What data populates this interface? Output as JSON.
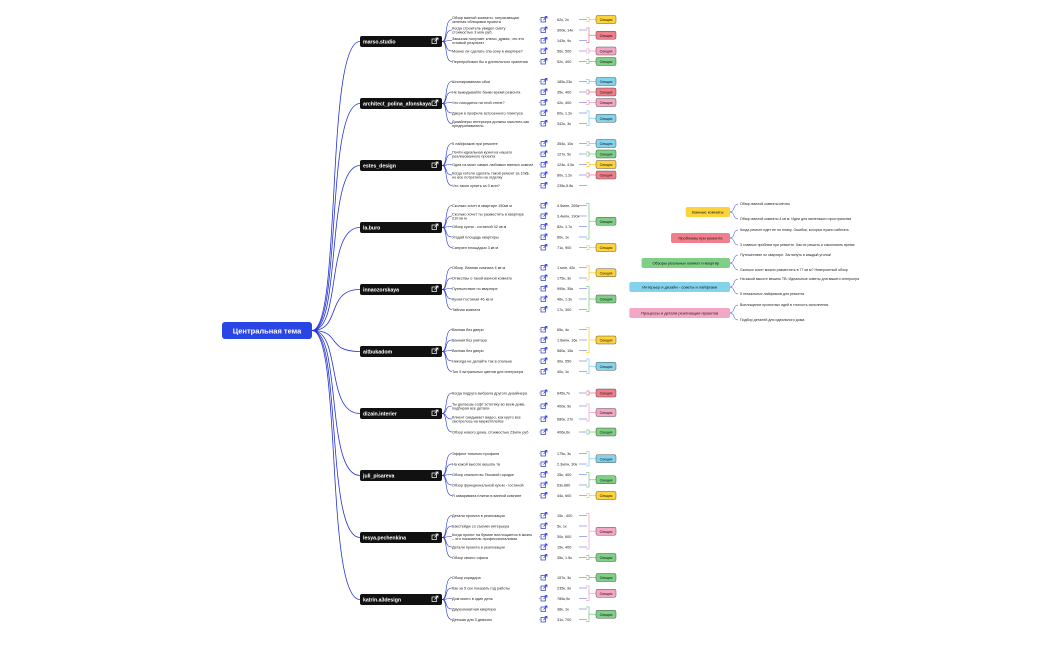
{
  "center": {
    "label": "Центральная тема",
    "color": "#2a45e6"
  },
  "colors": {
    "line": "#2432d4",
    "node_bg": "#111111",
    "yellow": "#fcd33a",
    "red": "#ef7f8a",
    "green": "#7fcf86",
    "blue": "#83d3ec",
    "pink": "#f4a7c4"
  },
  "icons": {
    "link": "external-link-icon"
  },
  "groups": [
    {
      "name": "marso.studio",
      "items": [
        {
          "t": [
            "Обзор ванной комнаты, потрясающая",
            "зеленая облицовка проекта"
          ],
          "s": "62к, 2к"
        },
        {
          "t": [
            "Когда строитель увидел смету",
            "стоимостью 3 млн руб."
          ],
          "s": "300к, 14к"
        },
        {
          "t": [
            "Заказчик получает ключи, думая, что это",
            "готовый результат"
          ],
          "s": "143к, 9к"
        },
        {
          "t": [
            "Можно ли сделать спа-зону в квартире?"
          ],
          "s": "56к, 500"
        },
        {
          "t": [
            "Перепробовал бы я длительного хранения"
          ],
          "s": "52к, 400"
        }
      ],
      "tags": [
        {
          "label": "Секция",
          "c": "yellow",
          "span": [
            0,
            0
          ]
        },
        {
          "label": "Секция",
          "c": "red",
          "span": [
            1,
            2
          ]
        },
        {
          "label": "Секция",
          "c": "pink",
          "span": [
            3,
            3
          ]
        },
        {
          "label": "Секция",
          "c": "green",
          "span": [
            4,
            4
          ]
        }
      ]
    },
    {
      "name": "architect_polina_afonskaya",
      "items": [
        {
          "t": [
            "Шпонированная обои"
          ],
          "s": "185к,23к"
        },
        {
          "t": [
            "Не выкидывайте банки время ремонта"
          ],
          "s": "35к, 400"
        },
        {
          "t": [
            "Что находится на этой стене?"
          ],
          "s": "42к, 400"
        },
        {
          "t": [
            "Двери в профиле встроенного плинтуса"
          ],
          "s": "60к, 1.2к"
        },
        {
          "t": [
            "Дизайнеры интерьера должны мыслить как",
            "предприниматель"
          ],
          "s": "342к, 3к"
        }
      ],
      "tags": [
        {
          "label": "Секция",
          "c": "blue",
          "span": [
            0,
            0
          ]
        },
        {
          "label": "Секция",
          "c": "red",
          "span": [
            1,
            1
          ]
        },
        {
          "label": "Секция",
          "c": "pink",
          "span": [
            2,
            2
          ]
        },
        {
          "label": "Секция",
          "c": "blue",
          "span": [
            3,
            4
          ]
        }
      ]
    },
    {
      "name": "estes_design",
      "items": [
        {
          "t": [
            "5 лайфхаков при ремонте"
          ],
          "s": "354к, 10к"
        },
        {
          "t": [
            "Почти идеальная кухня из нашего",
            "реализованного проекта"
          ],
          "s": "127к, 5к"
        },
        {
          "t": [
            "Одна из моих самых любимых ванных комнат"
          ],
          "s": "124к, 4.5к"
        },
        {
          "t": [
            "Когда хотели сделать такой ремонт за 10к$,",
            "но все потратили на отделку"
          ],
          "s": "80к, 1.2к"
        },
        {
          "t": [
            "Что такое купить за 3 млн?"
          ],
          "s": "235к,5.8к"
        }
      ],
      "tags": [
        {
          "label": "Секция",
          "c": "blue",
          "span": [
            0,
            0
          ]
        },
        {
          "label": "Секция",
          "c": "green",
          "span": [
            1,
            1
          ]
        },
        {
          "label": "Секция",
          "c": "yellow",
          "span": [
            2,
            2
          ]
        },
        {
          "label": "Секция",
          "c": "red",
          "span": [
            3,
            3
          ]
        }
      ]
    },
    {
      "name": "la.buro",
      "items": [
        {
          "t": [
            "Сколько хочет в квартире 150кв м"
          ],
          "s": "4.5млн, 265к"
        },
        {
          "t": [
            "Сколько хочет ты разместить в квартире",
            "210 кв м"
          ],
          "s": "3.4млн, 190к"
        },
        {
          "t": [
            "Обзор кухни - гостиной 42 кв м"
          ],
          "s": "82к, 1.7к"
        },
        {
          "t": [
            "Угадай площадь квартиры"
          ],
          "s": "80к, 1к"
        },
        {
          "t": [
            "Санузел площадью 3 кв м"
          ],
          "s": "71к, 900"
        }
      ],
      "tags": [
        {
          "label": "Секция",
          "c": "green",
          "span": [
            0,
            3
          ]
        },
        {
          "label": "Секция",
          "c": "yellow",
          "span": [
            4,
            4
          ]
        }
      ]
    },
    {
      "name": "innaozorskaya",
      "items": [
        {
          "t": [
            "Обзор. Ванная комната 4 кв м"
          ],
          "s": "1 млн, 42к"
        },
        {
          "t": [
            "Отвествы о такой ванной комнате"
          ],
          "s": "175к, 3к"
        },
        {
          "t": [
            "Путешествие по квартире"
          ],
          "s": "995к, 35к"
        },
        {
          "t": [
            "Кухня-Гостиная 46 кв м"
          ],
          "s": "46к, 1.3к"
        },
        {
          "t": [
            "Тайная комната"
          ],
          "s": "17к, 300"
        }
      ],
      "tags": [
        {
          "label": "Секция",
          "c": "yellow",
          "span": [
            0,
            1
          ]
        },
        {
          "label": "Секция",
          "c": "green",
          "span": [
            2,
            4
          ]
        }
      ]
    },
    {
      "name": "aitbukadom",
      "items": [
        {
          "t": [
            "Ванная без двери"
          ],
          "s": "65к, 4к"
        },
        {
          "t": [
            "Ванная без унитаза"
          ],
          "s": "1.6млн, 16к"
        },
        {
          "t": [
            "Ванная без двери"
          ],
          "s": "580к, 15к"
        },
        {
          "t": [
            "Никогда не делайте так в спальне"
          ],
          "s": "30к, 550"
        },
        {
          "t": [
            "Топ 5 актуальных цветов для интерьера"
          ],
          "s": "40к, 1к"
        }
      ],
      "tags": [
        {
          "label": "Секция",
          "c": "yellow",
          "span": [
            0,
            2
          ]
        },
        {
          "label": "Секция",
          "c": "blue",
          "span": [
            3,
            4
          ]
        }
      ]
    },
    {
      "name": "dizain.interier",
      "items": [
        {
          "t": [
            "Когда подруга выбрала другого дизайнера"
          ],
          "s": "645к,7к"
        },
        {
          "t": [
            "Ты делаешь софт эстетику во всем доме,",
            "подбирая все детали"
          ],
          "s": "400к, 9к"
        },
        {
          "t": [
            "Клиент скидывает видео, как круто все",
            "смотрелось на маркетплейсе"
          ],
          "s": "680к, 27к"
        },
        {
          "t": [
            "Обзор нового дома, стоимостью 23млн руб"
          ],
          "s": "406к,6к"
        }
      ],
      "tags": [
        {
          "label": "Секция",
          "c": "red",
          "span": [
            0,
            0
          ]
        },
        {
          "label": "Секция",
          "c": "pink",
          "span": [
            1,
            2
          ]
        },
        {
          "label": "Секция",
          "c": "green",
          "span": [
            3,
            3
          ]
        }
      ]
    },
    {
      "name": "juli_pisareva",
      "items": [
        {
          "t": [
            "Эффект тюмного профиля"
          ],
          "s": "175к, 3к"
        },
        {
          "t": [
            "На какой высоте вешать тв"
          ],
          "s": "2.3млн, 30к"
        },
        {
          "t": [
            "Обзор спальни во Псковой городке"
          ],
          "s": "25к, 400"
        },
        {
          "t": [
            "Обзор функциональной кухни - гостиной"
          ],
          "s": "63к,680"
        },
        {
          "t": [
            "Я заваривала плитки в ванной комнате"
          ],
          "s": "44к, 600"
        }
      ],
      "tags": [
        {
          "label": "Секция",
          "c": "blue",
          "span": [
            0,
            1
          ]
        },
        {
          "label": "Секция",
          "c": "green",
          "span": [
            2,
            3
          ]
        },
        {
          "label": "Секция",
          "c": "yellow",
          "span": [
            4,
            4
          ]
        }
      ]
    },
    {
      "name": "lesya.pechenkina",
      "items": [
        {
          "t": [
            "Детали проекта в реализации"
          ],
          "s": "15к , 400"
        },
        {
          "t": [
            "Бэкстейдж со съемки интерьера"
          ],
          "s": "5к, 1к"
        },
        {
          "t": [
            "Когда проект на бумаге воплощается в жизнь",
            "– это показатель профессионализма"
          ],
          "s": "30к, 600"
        },
        {
          "t": [
            "Детали проекта в реализации"
          ],
          "s": "15к, 400"
        },
        {
          "t": [
            "Обзор своего офиса"
          ],
          "s": "35к, 1.5к"
        }
      ],
      "tags": [
        {
          "label": "Секция",
          "c": "pink",
          "span": [
            0,
            3
          ]
        },
        {
          "label": "Секция",
          "c": "green",
          "span": [
            4,
            4
          ]
        }
      ]
    },
    {
      "name": "katrin.a3design",
      "items": [
        {
          "t": [
            "Обзор коридора"
          ],
          "s": "157к, 3к"
        },
        {
          "t": [
            "Как за 5 сек показать год работы"
          ],
          "s": "235к, 9к"
        },
        {
          "t": [
            "Дом моего в один день"
          ],
          "s": "785к,9к"
        },
        {
          "t": [
            "Двухкомнатная квартира"
          ],
          "s": "38к, 1к"
        },
        {
          "t": [
            "Детская для 3 девочек"
          ],
          "s": "31к, 700"
        }
      ],
      "tags": [
        {
          "label": "Секция",
          "c": "green",
          "span": [
            0,
            0
          ]
        },
        {
          "label": "Секция",
          "c": "pink",
          "span": [
            1,
            2
          ]
        },
        {
          "label": "Секция",
          "c": "green",
          "span": [
            3,
            4
          ]
        }
      ]
    }
  ],
  "legend": [
    {
      "label": "Ванные комнаты",
      "c": "yellow",
      "notes": [
        "Обзор ванной комнаты мечты",
        "Обзор ванной комнаты 4 кв м. Идеи для маленького пространства"
      ]
    },
    {
      "label": "Проблемы при ремонте",
      "c": "red",
      "notes": [
        "Когда ремонт идет не по плану. Ошибки, которых нужно избегать",
        "3 главных проблем при ремонте. Как их решить и сэкономить время"
      ]
    },
    {
      "label": "Обзоры реальных комнат и квартир",
      "c": "green",
      "notes": [
        "Путешествие по квартире. Заглянуть в каждый уголок!",
        "Сколько хочет можно разместить в 77 кв м? Невероятный обзор"
      ]
    },
    {
      "label": "Интерьер и дизайн - советы и лайфхаки",
      "c": "blue",
      "notes": [
        "На какой высоте вешать ТВ: Идеальные советы для вашего интерьера",
        "5 гениальных лайфхаков для ремонта"
      ]
    },
    {
      "label": "Процессы и детали реализации проектов",
      "c": "pink",
      "notes": [
        "Воплощение проектных идей в точность исполнения",
        "Подбор деталей для идеального дома"
      ]
    }
  ]
}
